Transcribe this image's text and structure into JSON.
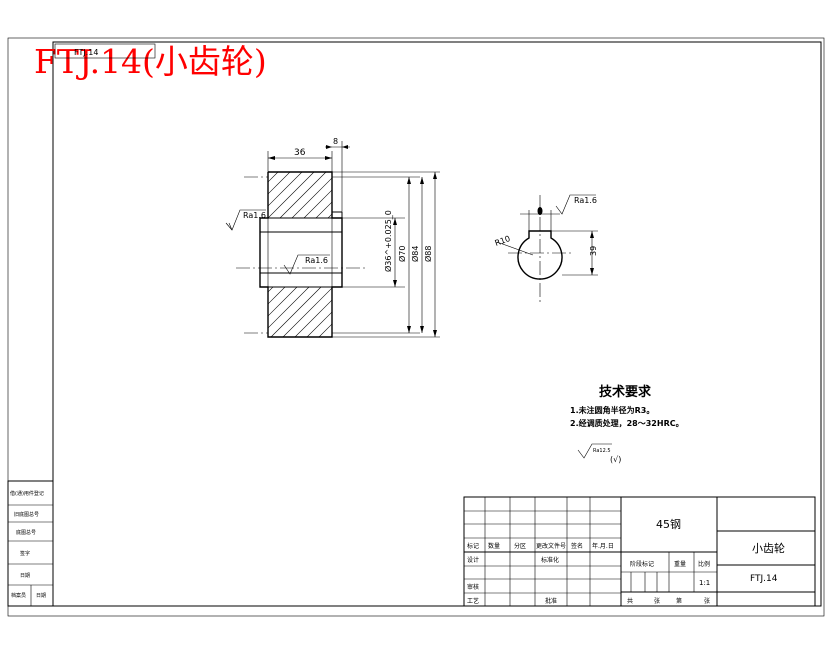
{
  "title_overlay": "FTJ.14(小齿轮)",
  "corner_stamp": "FTJ.14",
  "colors": {
    "title": "#ff0000",
    "line": "#000000"
  },
  "dimensions": {
    "hub_length": "36",
    "keyway_width": "8",
    "bore": "Ø36^+0.025_0",
    "d_root": "Ø70",
    "d_pitch": "Ø84",
    "d_tip": "Ø88",
    "keyway_depth": "39",
    "fillet_radius": "R10"
  },
  "roughness": {
    "face": "Ra1.6",
    "bore": "Ra1.6",
    "keyway": "Ra1.6",
    "general": "Ra12.5"
  },
  "tech_requirements": {
    "heading": "技术要求",
    "item1": "1.未注圆角半径为R3。",
    "item2": "2.经调质处理，28～32HRC。",
    "general_mark_suffix": "(√)"
  },
  "left_strip": {
    "r1": "借(通)用件登记",
    "r2": "旧底图总号",
    "r3": "底图总号",
    "r4": "签字",
    "r5": "日期",
    "r6a": "档案员",
    "r6b": "日期"
  },
  "title_block": {
    "material": "45钢",
    "part_name": "小齿轮",
    "drawing_no": "FTJ.14",
    "h_mark": "标记",
    "h_count": "数量",
    "h_zone": "分区",
    "h_change_doc": "更改文件号",
    "h_sign": "签名",
    "h_date": "年.月.日",
    "design": "设计",
    "standardize": "标准化",
    "check": "审核",
    "process": "工艺",
    "approve": "批准",
    "stage_mark": "阶段标记",
    "weight": "重量",
    "scale_label": "比例",
    "scale_value": "1:1",
    "sheet_total_a": "共",
    "sheet_total_b": "张",
    "sheet_no_a": "第",
    "sheet_no_b": "张"
  }
}
